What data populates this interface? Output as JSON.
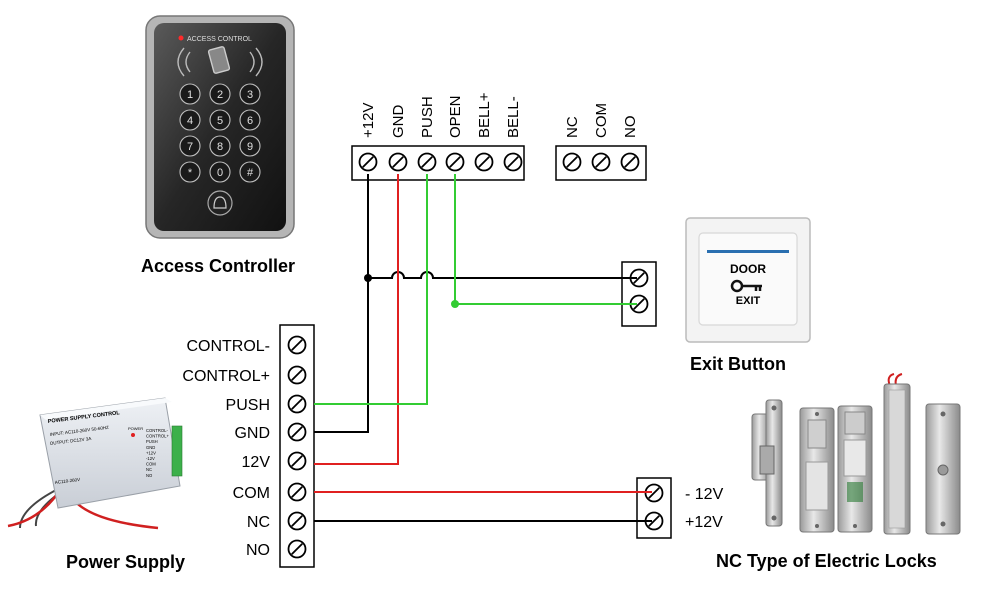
{
  "captions": {
    "access_controller": "Access Controller",
    "exit_button": "Exit Button",
    "power_supply": "Power Supply",
    "locks": "NC Type of Electric Locks"
  },
  "controller_device": {
    "header": "ACCESS CONTROL",
    "keys": [
      "1",
      "2",
      "3",
      "4",
      "5",
      "6",
      "7",
      "8",
      "9",
      "*",
      "0",
      "#"
    ]
  },
  "controller_terminal": {
    "labels": [
      "+12V",
      "GND",
      "PUSH",
      "OPEN",
      "BELL+",
      "BELL-"
    ]
  },
  "relay_terminal": {
    "labels": [
      "NC",
      "COM",
      "NO"
    ]
  },
  "psu_terminal": {
    "labels": [
      "CONTROL-",
      "CONTROL+",
      "PUSH",
      "GND",
      "12V",
      "COM",
      "NC",
      "NO"
    ]
  },
  "lock_terminal": {
    "labels": [
      "- 12V",
      "+12V"
    ]
  },
  "exit_button_device": {
    "top": "DOOR",
    "bottom": "EXIT"
  },
  "psu_device": {
    "title": "POWER SUPPLY CONTROL",
    "input": "INPUT: AC110-260V 50-60HZ",
    "output": "OUTPUT: DC12V 3A",
    "ac": "AC110-260V",
    "power": "POWER",
    "terminals": [
      "CONTROL-",
      "CONTROL+",
      "PUSH",
      "GND",
      "+12V",
      "-12V",
      "COM",
      "NC",
      "NO"
    ]
  },
  "colors": {
    "black_wire": "#000000",
    "red_wire": "#e02020",
    "green_wire": "#33cc33"
  }
}
